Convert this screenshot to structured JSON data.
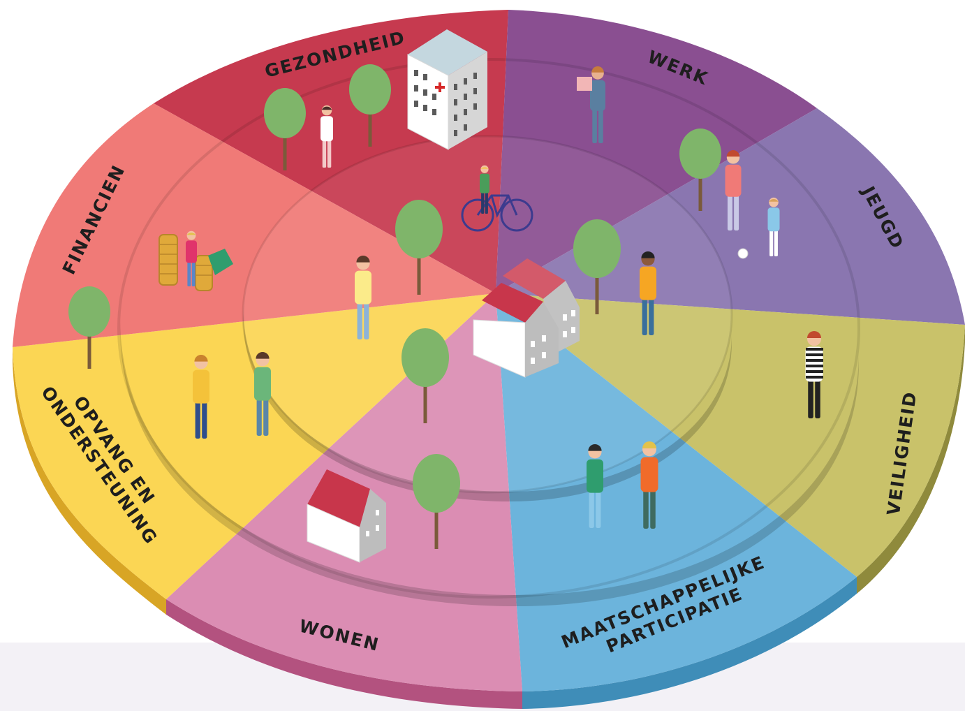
{
  "diagram": {
    "segments": [
      {
        "id": "gezondheid",
        "label": [
          "GEZONDHEID"
        ],
        "color": "#c63a4f"
      },
      {
        "id": "werk",
        "label": [
          "WERK"
        ],
        "color": "#8a4f91"
      },
      {
        "id": "jeugd",
        "label": [
          "JEUGD"
        ],
        "color": "#8a76b0"
      },
      {
        "id": "veiligheid",
        "label": [
          "VEILIGHEID"
        ],
        "color": "#c9c26a"
      },
      {
        "id": "maatschappelijke-participatie",
        "label": [
          "MAATSCHAPPELIJKE",
          "PARTICIPATIE"
        ],
        "color": "#6cb4dc"
      },
      {
        "id": "wonen",
        "label": [
          "WONEN"
        ],
        "color": "#db8db3"
      },
      {
        "id": "opvang-en-ondersteuning",
        "label": [
          "OPVANG EN",
          "ONDERSTEUNING"
        ],
        "color": "#fbd654"
      },
      {
        "id": "financien",
        "label": [
          "FINANCIEN"
        ],
        "color": "#f07a77"
      }
    ]
  }
}
